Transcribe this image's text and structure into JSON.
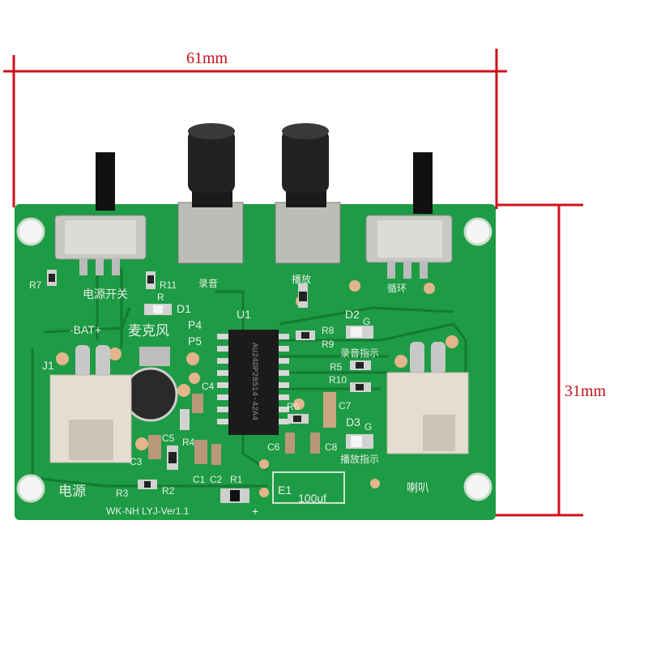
{
  "dimensions": {
    "width_label": "61mm",
    "height_label": "31mm",
    "color": "#d0101c"
  },
  "board": {
    "color": "#1e9b45",
    "labels": {
      "r7": "R7",
      "power_switch": "电源开关",
      "r11": "R11",
      "r": "R",
      "d1": "D1",
      "bat": "-BAT+",
      "mic": "麦克风",
      "p4": "P4",
      "p5": "P5",
      "u1": "U1",
      "j1": "J1",
      "c4": "C4",
      "c5": "C5",
      "r4": "R4",
      "c3": "C3",
      "c1": "C1",
      "c2": "C2",
      "r1": "R1",
      "r3": "R3",
      "r2": "R2",
      "power": "电源",
      "version": "WK-NH LYJ-Ver1.1",
      "e1": "E1",
      "cap_value": "100uf",
      "plus": "+",
      "record": "录音",
      "play": "播放",
      "loop": "循环",
      "d2": "D2",
      "g1": "G",
      "r8": "R8",
      "r9": "R9",
      "record_indicator": "录音指示",
      "r5": "R5",
      "r10": "R10",
      "c7": "C7",
      "r6": "R6",
      "d3": "D3",
      "g2": "G",
      "c6": "C6",
      "c8": "C8",
      "play_indicator": "播放指示",
      "speaker": "喇叭"
    },
    "chip_marking": "AU24DP28514-42A4"
  }
}
